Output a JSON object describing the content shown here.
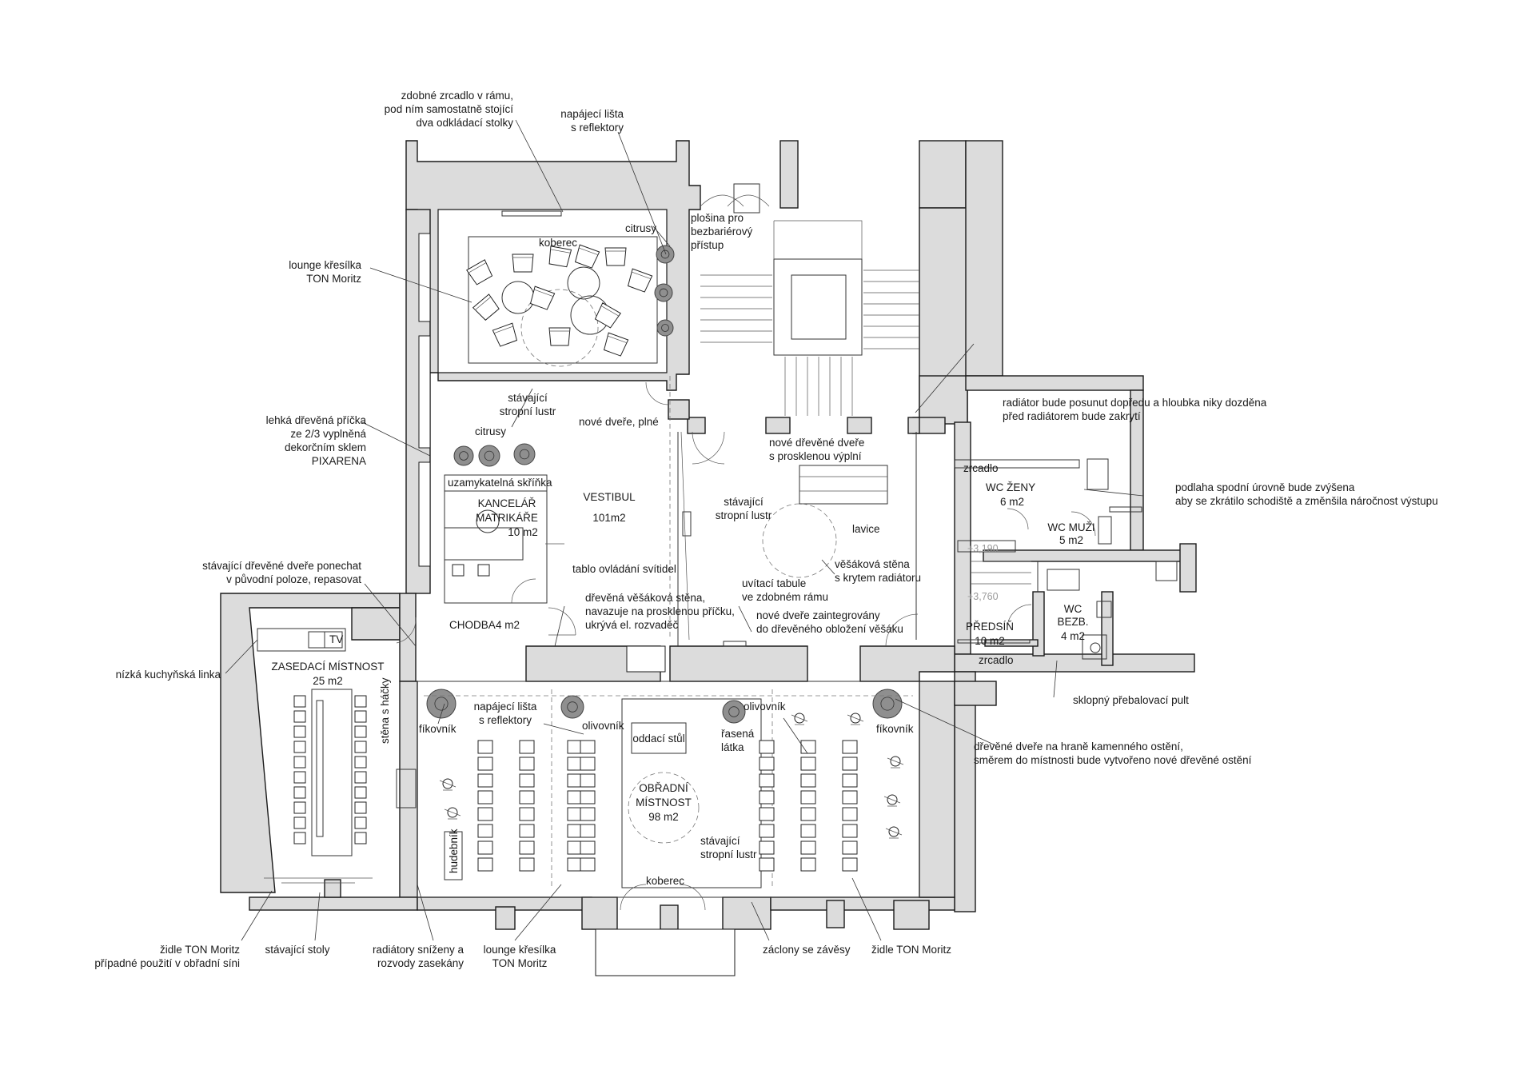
{
  "rooms": {
    "vestibul": {
      "name": "VESTIBUL",
      "area": "101m2"
    },
    "kancelar": {
      "line1": "KANCELÁŘ",
      "line2": "MATRIKÁŘE",
      "area": "10 m2"
    },
    "chodba": {
      "name": "CHODBA",
      "area": "4 m2"
    },
    "zasedaci": {
      "name": "ZASEDACÍ MÍSTNOST",
      "area": "25 m2"
    },
    "obradni": {
      "line1": "OBŘADNÍ",
      "line2": "MÍSTNOST",
      "area": "98 m2"
    },
    "wc_zeny": {
      "name": "WC ŽENY",
      "area": "6 m2"
    },
    "wc_muzi": {
      "name": "WC MUŽI",
      "area": "5 m2"
    },
    "wc_bezb": {
      "line1": "WC",
      "line2": "BEZB.",
      "area": "4 m2"
    },
    "predsin": {
      "name": "PŘEDSÍŇ",
      "area": "10 m2"
    }
  },
  "levels": {
    "upper": "+3,190",
    "lower": "+3,760"
  },
  "labels": {
    "zrcadlo_top": [
      "zdobné zrcadlo v rámu,",
      "pod ním samostatně stojící",
      "dva odkládací stolky"
    ],
    "napajeci_top": [
      "napájecí lišta",
      "s reflektory"
    ],
    "citrusy_top": "citrusy",
    "plosina": [
      "plošina pro",
      "bezbariérový",
      "přístup"
    ],
    "koberec_top": "koberec",
    "lounge_left": [
      "lounge křesílka",
      "TON Moritz"
    ],
    "lustr_left": [
      "stávající",
      "stropní lustr"
    ],
    "nove_dvere_plne": "nové dveře, plné",
    "radiator_right": [
      "radiátor bude posunut dopředu a hloubka niky dozděna",
      "před radiátorem bude zakrytí"
    ],
    "pricka": [
      "lehká dřevěná příčka",
      "ze 2/3 vyplněná",
      "dekorčním sklem",
      "PIXARENA"
    ],
    "citrusy_mid": "citrusy",
    "skrinka": "uzamykatelná skříňka",
    "nove_drevene_dvere": [
      "nové dřevěné dveře",
      "s prosklenou výplní"
    ],
    "zrcadlo_wc": "zrcadlo",
    "podlaha": [
      "podlaha spodní úrovně bude zvýšena",
      "aby se zkrátilo schodiště a změnšila náročnost výstupu"
    ],
    "lustr_vestibul": [
      "stávající",
      "stropní lustr"
    ],
    "lavice": "lavice",
    "tablo": "tablo ovládání svítidel",
    "vesakova_stena": [
      "věšáková stěna",
      "s krytem radiátoru"
    ],
    "stavajici_dvere": [
      "stávající dřevěné dveře ponechat",
      "v původní poloze, repasovat"
    ],
    "drevena_vesakova": [
      "dřevěná věšáková stěna,",
      "navazuje na prosklenou příčku,",
      "ukrývá el. rozvaděč"
    ],
    "uvitaci_tabule": [
      "uvítací tabule",
      "ve zdobném rámu"
    ],
    "nove_dvere_zaint": [
      "nové dveře zaintegrovány",
      "do dřevěného obložení věšáku"
    ],
    "tv": "TV",
    "zrcadlo_predsin": "zrcadlo",
    "sklopny": "sklopný přebalovací pult",
    "kuchynska": "nízká kuchyňská linka",
    "stena_hacky": "stěna s háčky",
    "fikovnik_left": "fíkovník",
    "napajeci_mid": [
      "napájecí lišta",
      "s reflektory"
    ],
    "olivovnik_left": "olivovník",
    "olivovnik_right": "olivovník",
    "rasena": [
      "řasená",
      "látka"
    ],
    "fikovnik_right": "fíkovník",
    "drevene_dvere_hrana": [
      "dřevěné dveře na hraně kamenného ostění,",
      "směrem do místnosti bude vytvořeno nové dřevěné ostění"
    ],
    "oddaci_stul": "oddací stůl",
    "hudebnik": "hudebník",
    "lustr_obradni": [
      "stávající",
      "stropní lustr"
    ],
    "koberec_bottom": "koberec",
    "zidle_left": [
      "židle TON Moritz",
      "případné použití v obřadní síni"
    ],
    "stavajici_stoly": "stávající stoly",
    "radiatory": [
      "radiátory sníženy a",
      "rozvody zasekány"
    ],
    "lounge_bottom": [
      "lounge křesílka",
      "TON Moritz"
    ],
    "zaclony": "záclony se závěsy",
    "zidle_right": "židle TON Moritz"
  },
  "colors": {
    "wall_fill": "#dcdcdc",
    "line": "#1a1a1a",
    "plant": "#8f8f8f"
  }
}
